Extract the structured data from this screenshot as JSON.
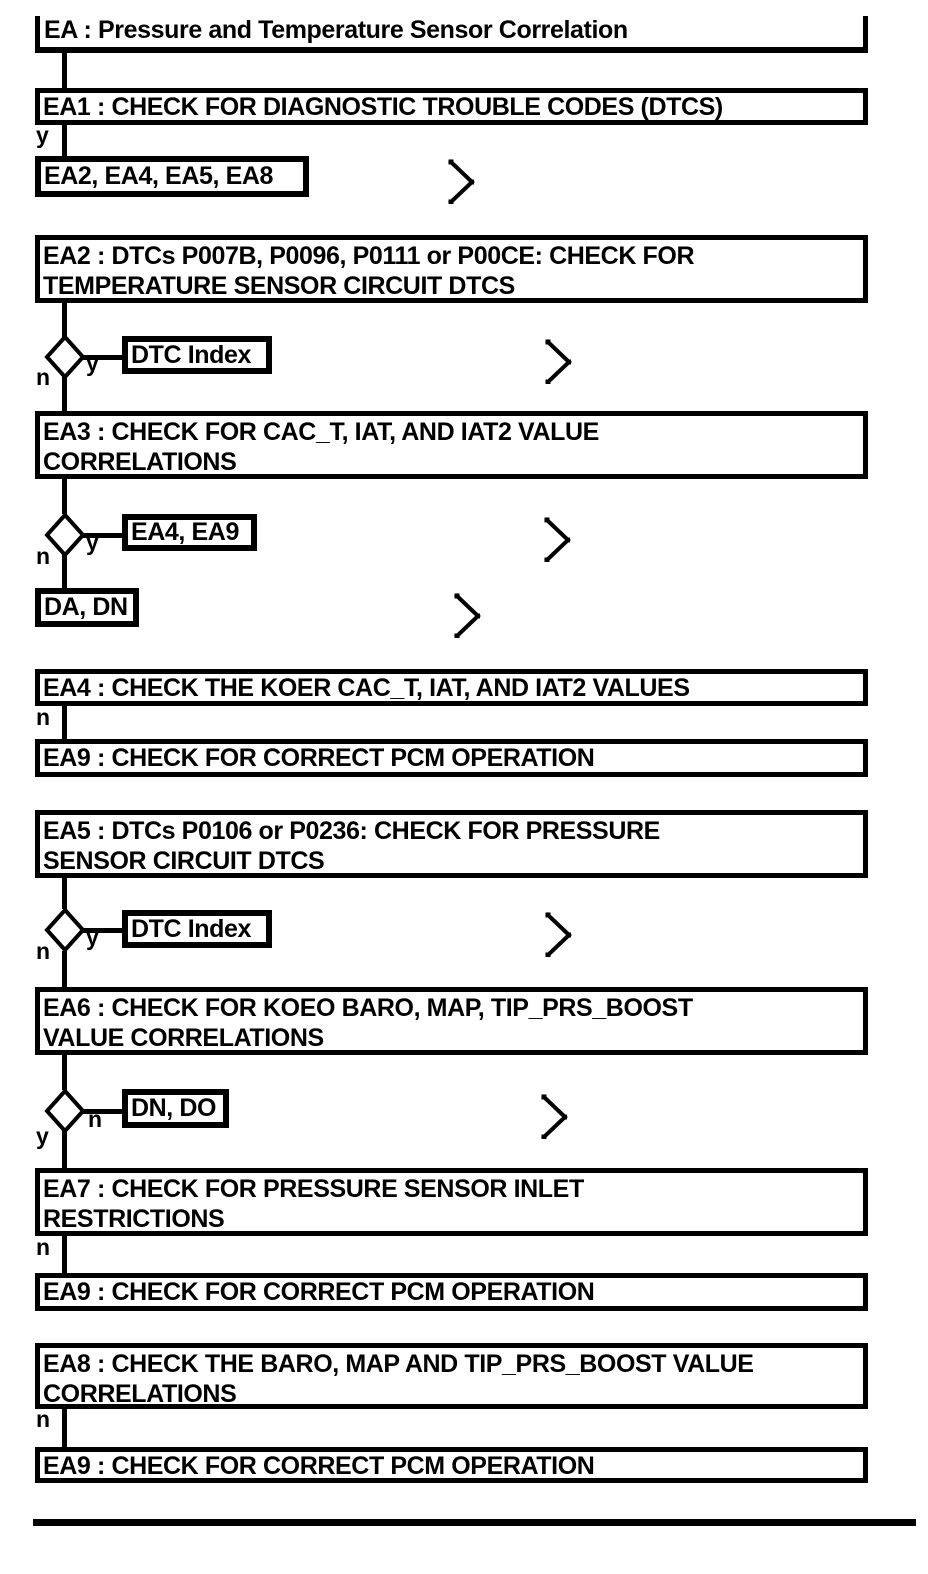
{
  "colors": {
    "ink": "#000000",
    "paper": "#ffffff"
  },
  "title": {
    "text": "EA : Pressure and Temperature Sensor Correlation"
  },
  "labels": {
    "yes": "y",
    "no": "n"
  },
  "nodes": {
    "ea1": {
      "text": "EA1 : CHECK FOR DIAGNOSTIC TROUBLE CODES (DTCS)"
    },
    "jump_targets": {
      "text": "EA2, EA4, EA5, EA8"
    },
    "ea2": {
      "text": "EA2 : DTCs P007B, P0096, P0111 or P00CE: CHECK FOR\nTEMPERATURE SENSOR CIRCUIT DTCS"
    },
    "dtc_index_1": {
      "text": "DTC Index"
    },
    "ea3": {
      "text": "EA3 : CHECK FOR CAC_T, IAT, AND IAT2 VALUE\nCORRELATIONS"
    },
    "ref_ea4_ea9": {
      "text": "EA4, EA9"
    },
    "ref_da_dn": {
      "text": "DA, DN"
    },
    "ea4": {
      "text": "EA4 : CHECK THE KOER CAC_T, IAT, AND IAT2 VALUES"
    },
    "ea9_after_ea4": {
      "text": "EA9 : CHECK FOR CORRECT PCM OPERATION"
    },
    "ea5": {
      "text": "EA5 : DTCs P0106 or P0236: CHECK FOR PRESSURE\nSENSOR CIRCUIT DTCS"
    },
    "dtc_index_2": {
      "text": "DTC Index"
    },
    "ea6": {
      "text": "EA6 : CHECK FOR KOEO BARO, MAP, TIP_PRS_BOOST\nVALUE CORRELATIONS"
    },
    "ref_dn_do": {
      "text": "DN, DO"
    },
    "ea7": {
      "text": "EA7 : CHECK FOR PRESSURE SENSOR INLET\nRESTRICTIONS"
    },
    "ea9_after_ea7": {
      "text": "EA9 : CHECK FOR CORRECT PCM OPERATION"
    },
    "ea8": {
      "text": "EA8 : CHECK THE BARO, MAP AND TIP_PRS_BOOST VALUE\nCORRELATIONS"
    },
    "ea9_after_ea8": {
      "text": "EA9 : CHECK FOR CORRECT PCM OPERATION"
    }
  }
}
